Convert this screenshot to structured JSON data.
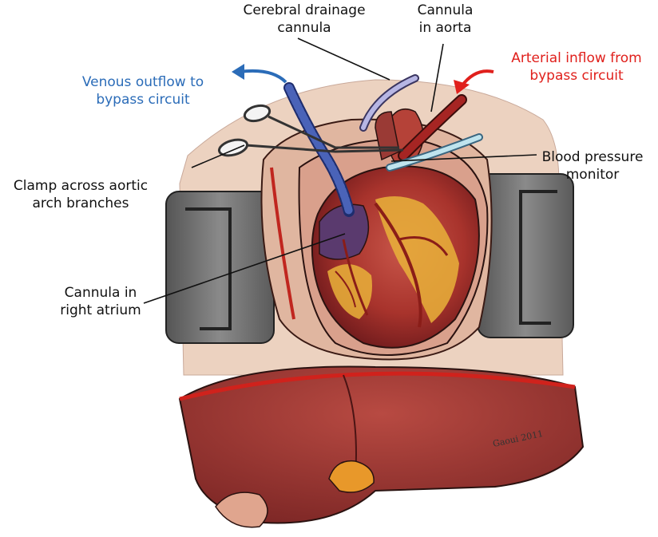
{
  "labels": {
    "cerebral": [
      "Cerebral drainage",
      "cannula"
    ],
    "aorta": [
      "Cannula",
      "in aorta"
    ],
    "venous": [
      "Venous outflow to",
      "bypass circuit"
    ],
    "arterial": [
      "Arterial inflow from",
      "bypass circuit"
    ],
    "clamp": [
      "Clamp across aortic",
      "arch branches"
    ],
    "bp": [
      "Blood pressure",
      "monitor"
    ],
    "atrium": [
      "Cannula in",
      "right atrium"
    ]
  },
  "colors": {
    "venous": "#2b6cb8",
    "arterial": "#e0201c",
    "text": "#111111"
  },
  "signature": "Gaoui 2011"
}
